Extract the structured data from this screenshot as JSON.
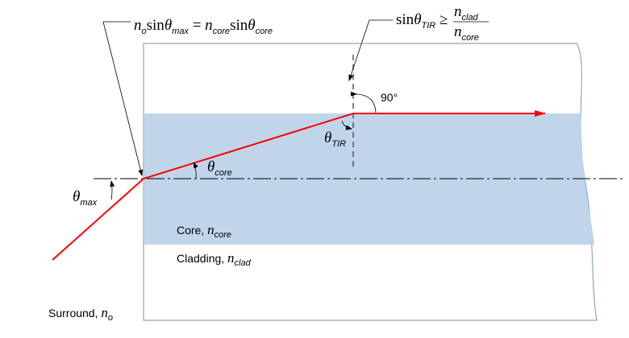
{
  "colors": {
    "core": "#c0d5ea",
    "fiber_outline": "#8ea7c2",
    "ray": "#ff0000"
  },
  "labels": {
    "launch_eq": {
      "n": "n",
      "n_sub": "o",
      "sin1": "sin",
      "theta1": "θ",
      "theta1_sub": "max",
      "eq": " = ",
      "n2": "n",
      "n2_sub": "core",
      "sin2": "sin",
      "theta2": "θ",
      "theta2_sub": "core"
    },
    "tir_eq": {
      "sin": "sin",
      "theta": "θ",
      "theta_sub": "TIR",
      "geq": " ≥ ",
      "num": "n",
      "num_sub": "clad",
      "den": "n",
      "den_sub": "core"
    },
    "angle_90": "90°",
    "theta_tir": {
      "theta": "θ",
      "sub": "TIR"
    },
    "theta_core": {
      "theta": "θ",
      "sub": "core"
    },
    "theta_max": {
      "theta": "θ",
      "sub": "max"
    },
    "core": {
      "text": "Core, ",
      "n": "n",
      "sub": "core"
    },
    "cladding": {
      "text": "Cladding, ",
      "n": "n",
      "sub": "clad"
    },
    "surround": {
      "text": "Surround, ",
      "n": "n",
      "sub": "o"
    }
  }
}
